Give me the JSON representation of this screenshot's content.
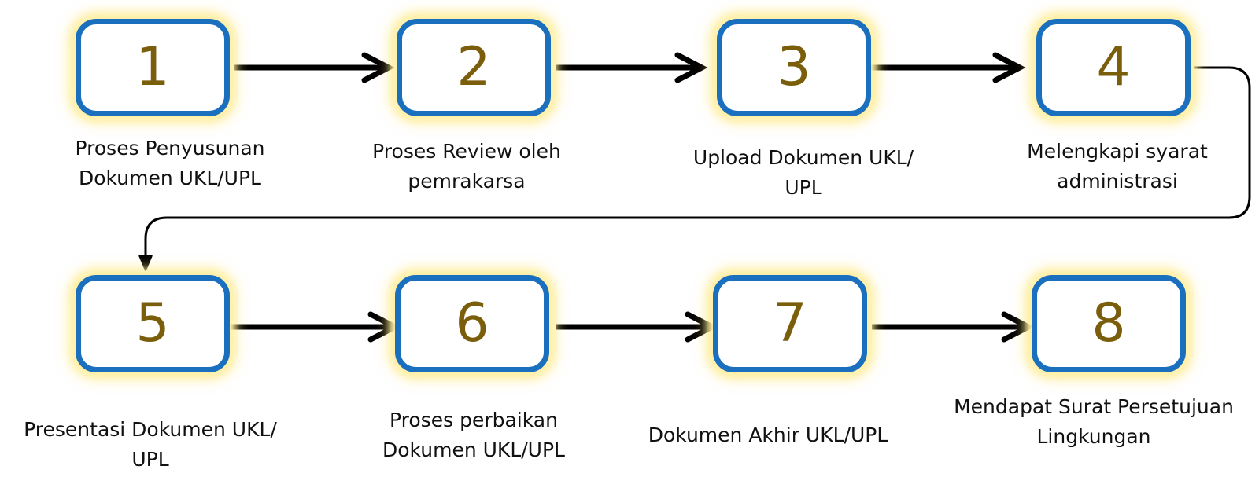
{
  "steps": [
    {
      "number": "1",
      "label_lines": [
        "Proses Penyusunan",
        "Dokumen UKL/UPL"
      ]
    },
    {
      "number": "2",
      "label_lines": [
        "Proses Review oleh",
        "pemrakarsa"
      ]
    },
    {
      "number": "3",
      "label_lines": [
        "Upload Dokumen UKL/",
        "UPL"
      ]
    },
    {
      "number": "4",
      "label_lines": [
        "Melengkapi syarat",
        "administrasi"
      ]
    },
    {
      "number": "5",
      "label_lines": [
        "Presentasi Dokumen UKL/",
        "UPL"
      ]
    },
    {
      "number": "6",
      "label_lines": [
        "Proses perbaikan",
        "Dokumen UKL/UPL"
      ]
    },
    {
      "number": "7",
      "label_lines": [
        "Dokumen Akhir UKL/UPL"
      ]
    },
    {
      "number": "8",
      "label_lines": [
        "Mendapat Surat Persetujuan",
        "Lingkungan"
      ]
    }
  ],
  "colors": {
    "box_border": "#1a6fbf",
    "box_glow": "#fff0a8",
    "number_text": "#7a5e0c",
    "arrow": "#000000",
    "label_text": "#111111"
  }
}
